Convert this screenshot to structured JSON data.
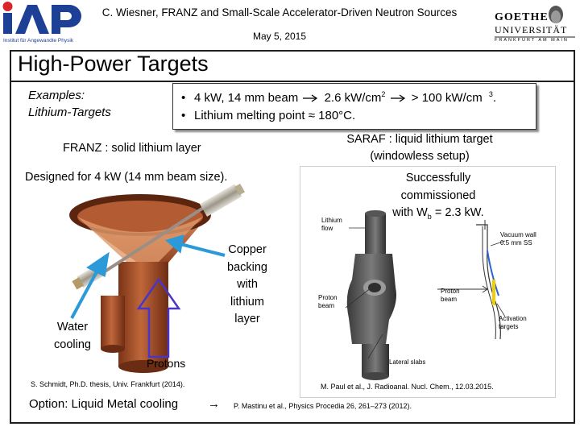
{
  "header": {
    "title": "C. Wiesner, FRANZ and Small-Scale Accelerator-Driven Neutron Sources",
    "date": "May 5, 2015",
    "iap_logo": {
      "text": "iAP",
      "subtext": "Institut für Angewandte Physik",
      "color": "#1d3f95"
    },
    "goethe_logo": {
      "line1": "GOETHE",
      "line2": "UNIVERSITÄT",
      "line3": "FRANKFURT AM MAIN"
    }
  },
  "slide": {
    "title": "High-Power Targets",
    "examples": {
      "line1": "Examples:",
      "line2": "Lithium-Targets"
    },
    "bullets": [
      {
        "pre": "4 kW, 14 mm beam",
        "mid": "2.6 kW/cm",
        "post": "> 100 kW/cm",
        "sup": "2",
        "sup2": "3",
        "end": "."
      },
      {
        "text": "Lithium melting point ≈ 180°C."
      }
    ],
    "franz": {
      "label": "FRANZ : solid lithium layer",
      "note": "Designed for 4 kW (14 mm beam size).",
      "water_line1": "Water",
      "water_line2": "cooling",
      "copper_lines": [
        "Copper",
        "backing",
        "with",
        "lithium",
        "layer"
      ],
      "protons": "Protons",
      "citation": "S. Schmidt, Ph.D. thesis, Univ. Frankfurt (2014)."
    },
    "saraf": {
      "label_line1": "SARAF : liquid  lithium  target",
      "label_line2": "(windowless  setup)",
      "success_line1": "Successfully",
      "success_line2": "commissioned",
      "success_line3_pre": "with W",
      "success_sub": "b",
      "success_line3_post": " = 2.3 kW.",
      "labels": {
        "lithium_flow": [
          "Lithium",
          "flow"
        ],
        "vacuum_wall": [
          "Vacuum wall",
          "0.5 mm SS"
        ],
        "proton_beam_left": [
          "Proton",
          "beam"
        ],
        "proton_beam_mid": [
          "Proton",
          "beam"
        ],
        "activation": [
          "Activation",
          "targets"
        ],
        "lateral": "Lateral slabs"
      },
      "citation": "M. Paul et al., J. Radioanal. Nucl. Chem., 12.03.2015."
    },
    "option": {
      "text": "Option: Liquid Metal cooling",
      "arrow": "→",
      "citation": "P. Mastinu et al., Physics Procedia 26, 261–273 (2012)."
    }
  }
}
